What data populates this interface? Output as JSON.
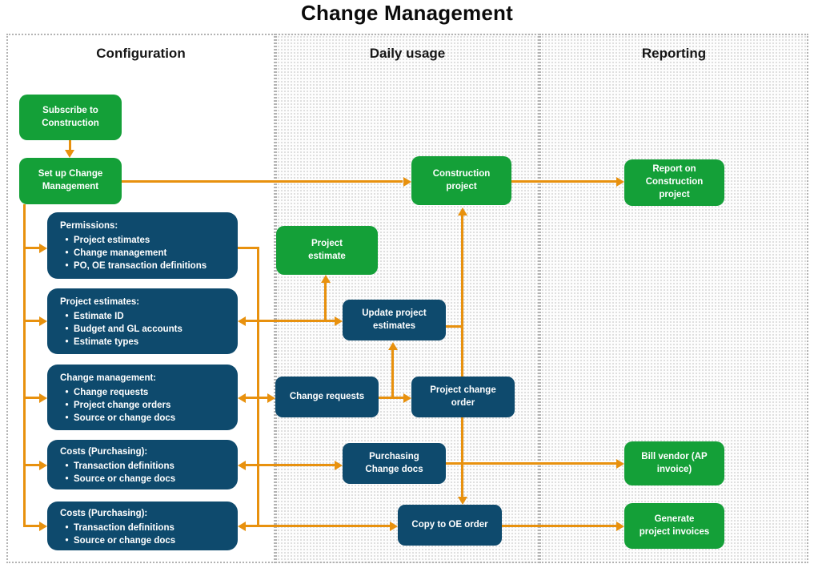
{
  "title": "Change Management",
  "columns": [
    {
      "label": "Configuration"
    },
    {
      "label": "Daily usage"
    },
    {
      "label": "Reporting"
    }
  ],
  "nodes": {
    "subscribe_construction": "Subscribe to\nConstruction",
    "set_up_change_management": "Set up Change\nManagement",
    "construction_project": "Construction\nproject",
    "report_on_construction_project": "Report on\nConstruction\nproject",
    "project_estimate": "Project\nestimate",
    "update_project_estimates": "Update project\nestimates",
    "change_requests": "Change requests",
    "project_change_order": "Project change\norder",
    "purchasing_change_docs": "Purchasing\nChange docs",
    "copy_to_oe_order": "Copy to OE order",
    "bill_vendor_ap_invoice": "Bill vendor (AP\ninvoice)",
    "generate_project_invoices": "Generate\nproject invoices"
  },
  "list_boxes": [
    {
      "title": "Permissions:",
      "items": [
        "Project estimates",
        "Change management",
        "PO, OE transaction definitions"
      ]
    },
    {
      "title": "Project estimates:",
      "items": [
        "Estimate ID",
        "Budget and GL accounts",
        "Estimate types"
      ]
    },
    {
      "title": "Change management:",
      "items": [
        "Change requests",
        "Project change orders",
        "Source or change docs"
      ]
    },
    {
      "title": "Costs (Purchasing):",
      "items": [
        "Transaction definitions",
        "Source or change docs"
      ]
    },
    {
      "title": "Costs (Purchasing):",
      "items": [
        "Transaction definitions",
        "Source or change docs"
      ]
    }
  ],
  "colors": {
    "green": "#14A038",
    "navy": "#0E4A6D",
    "orange": "#E8910E"
  }
}
